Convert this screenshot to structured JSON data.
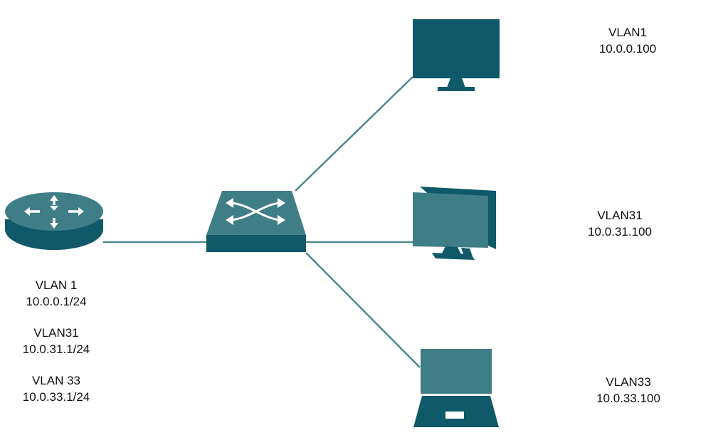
{
  "colors": {
    "dark": "#0f5968",
    "mid": "#3f7d87",
    "line": "#4f8890",
    "white": "#ffffff"
  },
  "nodes": {
    "router": {
      "icon": "router-icon"
    },
    "switch": {
      "icon": "switch-icon"
    },
    "pc1": {
      "icon": "monitor-icon",
      "vlan": "VLAN1",
      "ip": "10.0.0.100"
    },
    "pc2": {
      "icon": "monitor-icon",
      "vlan": "VLAN31",
      "ip": "10.0.31.100"
    },
    "laptop": {
      "icon": "laptop-icon",
      "vlan": "VLAN33",
      "ip": "10.0.33.100"
    }
  },
  "router_interfaces": [
    {
      "vlan": "VLAN 1",
      "ip": "10.0.0.1/24"
    },
    {
      "vlan": "VLAN31",
      "ip": "10.0.31.1/24"
    },
    {
      "vlan": "VLAN 33",
      "ip": "10.0.33.1/24"
    }
  ]
}
